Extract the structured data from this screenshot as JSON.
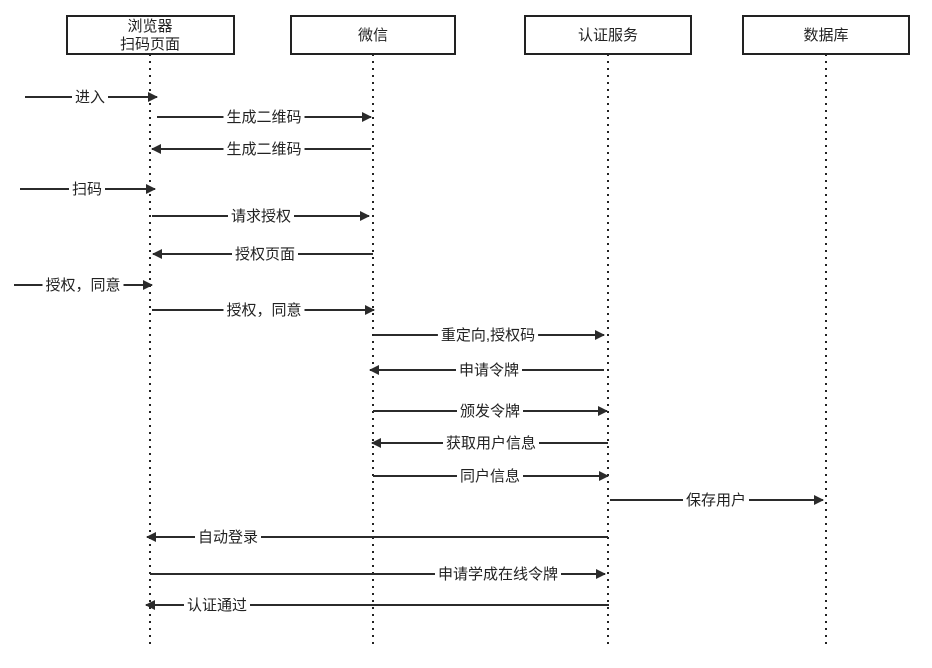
{
  "actors": [
    {
      "id": "browser",
      "lines": [
        "浏览器",
        "扫码页面"
      ]
    },
    {
      "id": "wechat",
      "lines": [
        "微信"
      ]
    },
    {
      "id": "auth",
      "lines": [
        "认证服务"
      ]
    },
    {
      "id": "db",
      "lines": [
        "数据库"
      ]
    }
  ],
  "messages": [
    {
      "label": "进入",
      "from": "external",
      "to": "browser"
    },
    {
      "label": "生成二维码",
      "from": "browser",
      "to": "wechat"
    },
    {
      "label": "生成二维码",
      "from": "wechat",
      "to": "browser"
    },
    {
      "label": "扫码",
      "from": "external",
      "to": "browser"
    },
    {
      "label": "请求授权",
      "from": "browser",
      "to": "wechat"
    },
    {
      "label": "授权页面",
      "from": "wechat",
      "to": "browser"
    },
    {
      "label": "授权，同意",
      "from": "external",
      "to": "browser"
    },
    {
      "label": "授权，同意",
      "from": "browser",
      "to": "wechat"
    },
    {
      "label": "重定向,授权码",
      "from": "wechat",
      "to": "auth"
    },
    {
      "label": "申请令牌",
      "from": "auth",
      "to": "wechat"
    },
    {
      "label": "颁发令牌",
      "from": "wechat",
      "to": "auth"
    },
    {
      "label": "获取用户信息",
      "from": "auth",
      "to": "wechat"
    },
    {
      "label": "同户信息",
      "from": "wechat",
      "to": "auth"
    },
    {
      "label": "保存用户",
      "from": "auth",
      "to": "db"
    },
    {
      "label": "自动登录",
      "from": "auth",
      "to": "browser"
    },
    {
      "label": "申请学成在线令牌",
      "from": "browser",
      "to": "auth"
    },
    {
      "label": "认证通过",
      "from": "auth",
      "to": "browser"
    }
  ]
}
